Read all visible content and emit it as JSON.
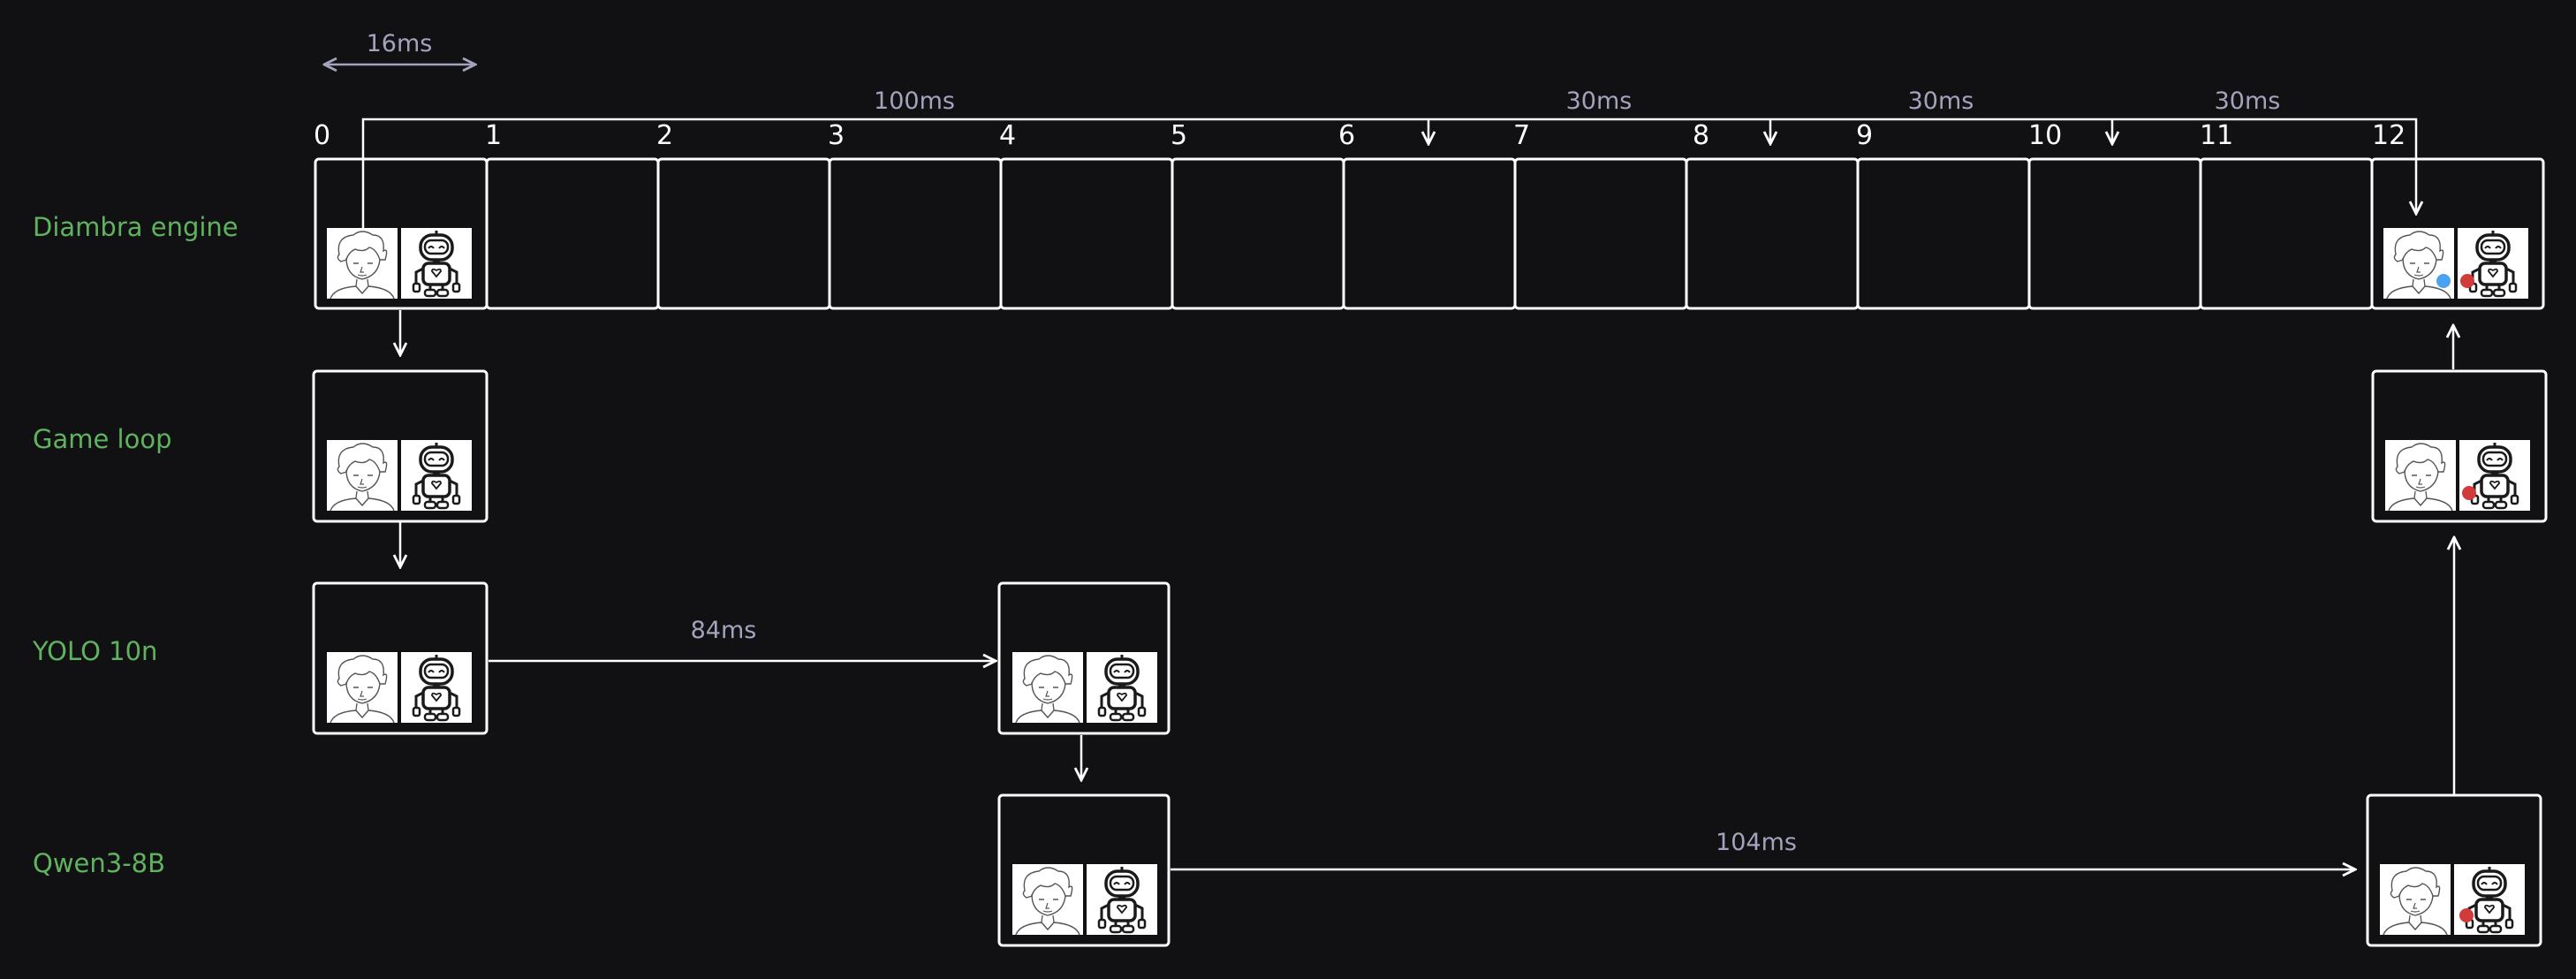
{
  "rows": [
    {
      "label": "Diambra engine"
    },
    {
      "label": "Game loop"
    },
    {
      "label": "YOLO 10n"
    },
    {
      "label": "Qwen3-8B"
    }
  ],
  "frame_numbers": [
    "0",
    "1",
    "2",
    "3",
    "4",
    "5",
    "6",
    "7",
    "8",
    "9",
    "10",
    "11",
    "12"
  ],
  "timings": {
    "frame_duration": "16ms",
    "first_gap": "100ms",
    "gap_a": "30ms",
    "gap_b": "30ms",
    "gap_c": "30ms",
    "yolo": "84ms",
    "qwen": "104ms"
  },
  "colors": {
    "background": "#111113",
    "row_label": "#5fb35f",
    "timing_label": "#a3a3bd",
    "action_red": "#d23b3b",
    "action_blue": "#4aa3ee"
  },
  "icons": {
    "player": "fighter-sketch-icon",
    "agent": "robot-icon"
  }
}
